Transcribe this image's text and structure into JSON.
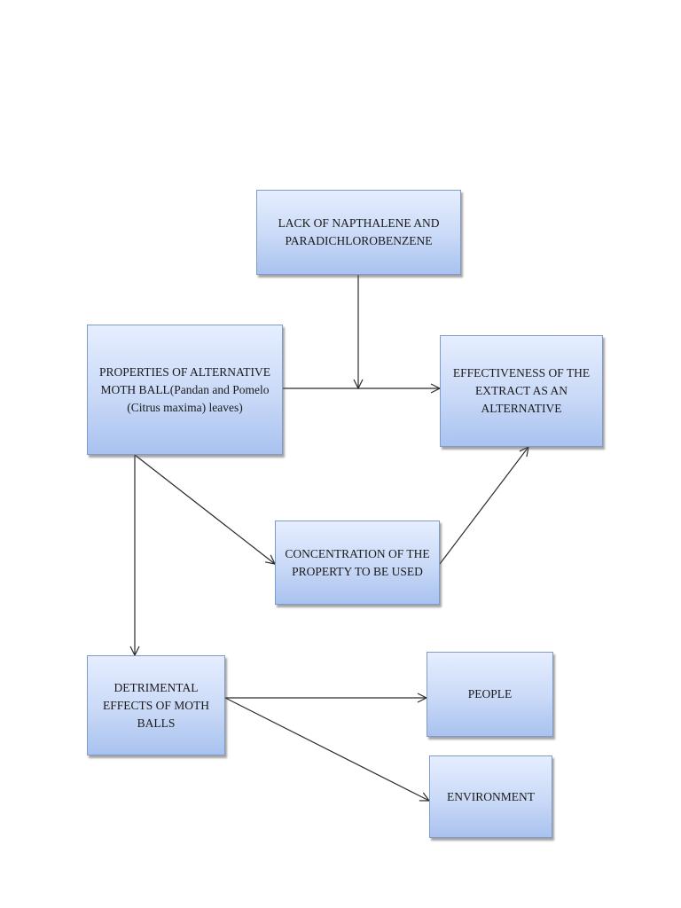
{
  "diagram": {
    "nodes": {
      "lack": {
        "text": "LACK OF NAPTHALENE AND PARADICHLOROBENZENE"
      },
      "properties": {
        "text": "PROPERTIES OF ALTERNATIVE MOTH BALL(Pandan and Pomelo (Citrus maxima) leaves)"
      },
      "effectiveness": {
        "text": "EFFECTIVENESS OF THE EXTRACT AS AN ALTERNATIVE"
      },
      "concentration": {
        "text": "CONCENTRATION OF THE PROPERTY TO BE USED"
      },
      "detrimental": {
        "text": "DETRIMENTAL EFFECTS OF MOTH BALLS"
      },
      "people": {
        "text": "PEOPLE"
      },
      "environment": {
        "text": "ENVIRONMENT"
      }
    },
    "edges": [
      {
        "from": "lack",
        "to": "properties-effectiveness-link"
      },
      {
        "from": "properties",
        "to": "effectiveness"
      },
      {
        "from": "properties",
        "to": "concentration"
      },
      {
        "from": "concentration",
        "to": "effectiveness"
      },
      {
        "from": "properties",
        "to": "detrimental"
      },
      {
        "from": "detrimental",
        "to": "people"
      },
      {
        "from": "detrimental",
        "to": "environment"
      }
    ],
    "colors": {
      "box_border": "#7f9cc9",
      "box_fill_top": "#e6eeff",
      "box_fill_bottom": "#a9c2ef",
      "line": "#2b2b2b"
    }
  }
}
